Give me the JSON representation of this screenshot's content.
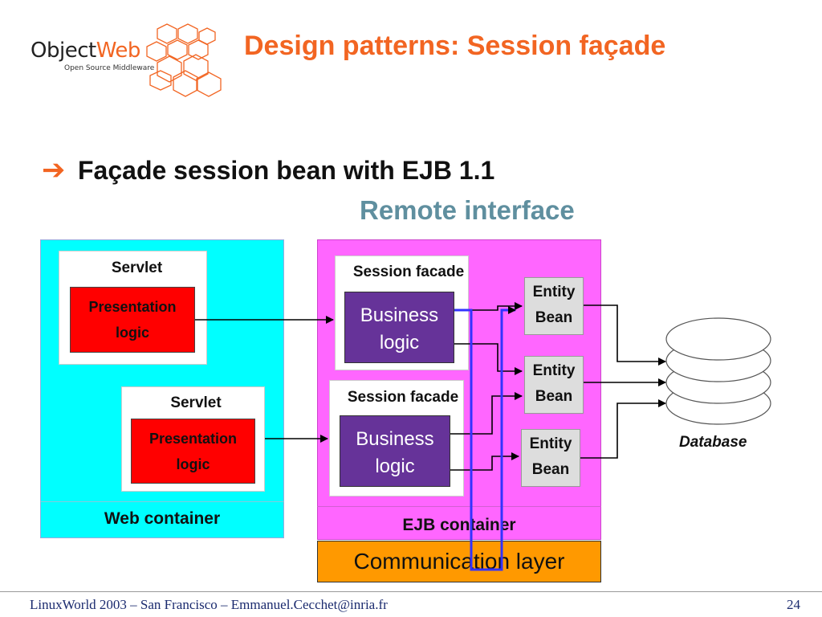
{
  "logo": {
    "part1": "Object",
    "part2": "Web",
    "tagline": "Open Source Middleware",
    "icon": "hexagon-cluster-icon"
  },
  "slide": {
    "title": "Design patterns: Session façade",
    "bullet_icon": "arrow-right-icon",
    "heading": "Façade session bean with EJB 1.1",
    "subheading": "Remote interface"
  },
  "web_container": {
    "label": "Web container",
    "servlets": [
      {
        "title": "Servlet",
        "line1": "Presentation",
        "line2": "logic"
      },
      {
        "title": "Servlet",
        "line1": "Presentation",
        "line2": "logic"
      }
    ]
  },
  "ejb_container": {
    "label": "EJB container",
    "session_facades": [
      {
        "title": "Session facade",
        "line1": "Business",
        "line2": "logic"
      },
      {
        "title": "Session facade",
        "line1": "Business",
        "line2": "logic"
      }
    ],
    "entity_beans": [
      {
        "line1": "Entity",
        "line2": "Bean"
      },
      {
        "line1": "Entity",
        "line2": "Bean"
      },
      {
        "line1": "Entity",
        "line2": "Bean"
      }
    ]
  },
  "communication_layer": {
    "label": "Communication layer"
  },
  "database": {
    "label": "Database"
  },
  "footer": {
    "text": "LinuxWorld 2003 – San Francisco – Emmanuel.Cecchet@inria.fr",
    "page": "24"
  },
  "colors": {
    "title": "#f26522",
    "subheading": "#5f8f9f",
    "web_container": "#00ffff",
    "ejb_container": "#ff66ff",
    "presentation": "#ff0000",
    "business": "#663399",
    "entity": "#dddddd",
    "communication": "#ff9900",
    "loop_line": "#3333ff",
    "footer_text": "#1a2a6e"
  }
}
